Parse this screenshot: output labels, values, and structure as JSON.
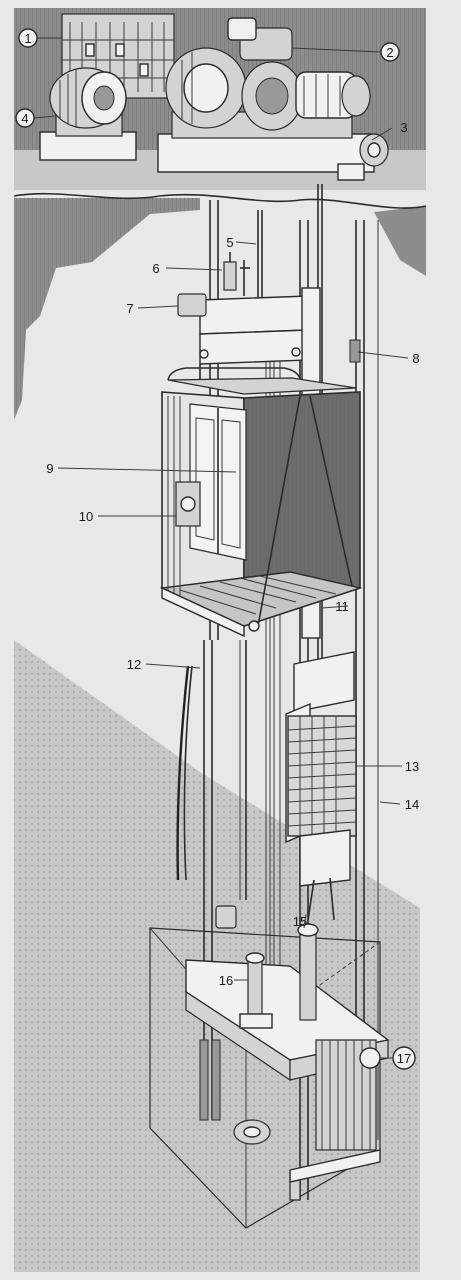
{
  "diagram": {
    "labels": [
      "1",
      "2",
      "3",
      "4",
      "5",
      "6",
      "7",
      "8",
      "9",
      "10",
      "11",
      "12",
      "13",
      "14",
      "15",
      "16",
      "17"
    ]
  },
  "colors": {
    "paper": "#e9e8e4",
    "ink": "#2a2a2a",
    "shade": "#9a9996"
  }
}
